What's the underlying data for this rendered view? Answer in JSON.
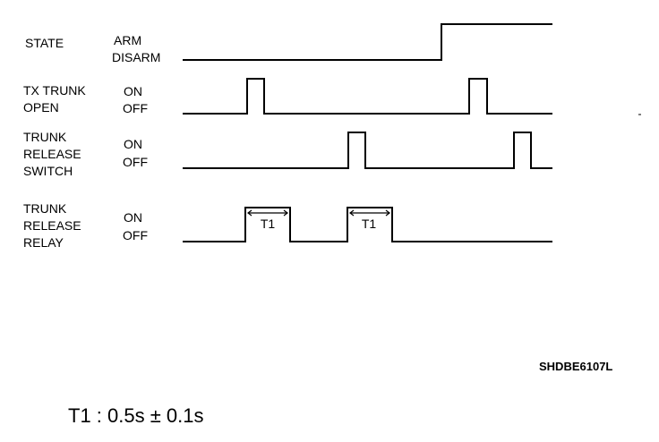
{
  "signals": [
    {
      "name_lines": [
        "STATE"
      ],
      "level_high": "ARM",
      "level_low": "DISARM",
      "transitions": [
        {
          "from": "DISARM",
          "to": "ARM",
          "note": "single step, stays ARM"
        }
      ]
    },
    {
      "name_lines": [
        "TX TRUNK",
        "OPEN"
      ],
      "level_high": "ON",
      "level_low": "OFF",
      "pulses": 2
    },
    {
      "name_lines": [
        "TRUNK",
        "RELEASE",
        "SWITCH"
      ],
      "level_high": "ON",
      "level_low": "OFF",
      "pulses": 2
    },
    {
      "name_lines": [
        "TRUNK",
        "RELEASE",
        "RELAY"
      ],
      "level_high": "ON",
      "level_low": "OFF",
      "pulses": 2,
      "pulse_label": "T1"
    }
  ],
  "figure_code": "SHDBE6107L",
  "footnote": "T1 : 0.5s ± 0.1s"
}
